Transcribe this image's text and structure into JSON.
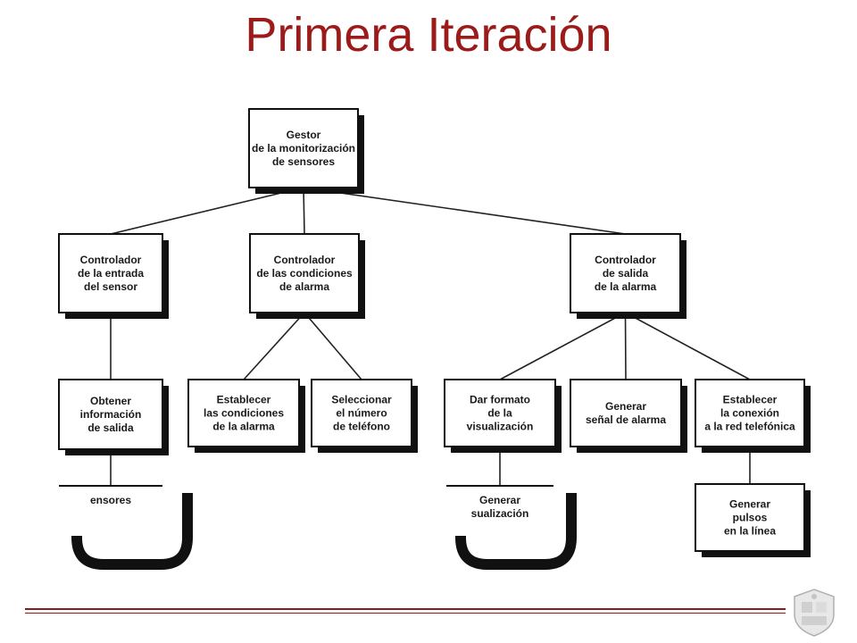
{
  "slide": {
    "title": "Primera Iteración",
    "title_color": "#9b1b1b"
  },
  "diagram": {
    "nodes": [
      {
        "id": "gestor",
        "lines": [
          "Gestor",
          "de la monitorización",
          "de sensores"
        ]
      },
      {
        "id": "ctrl-entrada",
        "lines": [
          "Controlador",
          "de la entrada",
          "del sensor"
        ]
      },
      {
        "id": "ctrl-condiciones",
        "lines": [
          "Controlador",
          "de las condiciones",
          "de alarma"
        ]
      },
      {
        "id": "ctrl-salida",
        "lines": [
          "Controlador",
          "de salida",
          "de la alarma"
        ]
      },
      {
        "id": "obtener",
        "lines": [
          "Obtener",
          "información",
          "de salida"
        ]
      },
      {
        "id": "establecer-cond",
        "lines": [
          "Establecer",
          "las condiciones",
          "de la alarma"
        ]
      },
      {
        "id": "seleccionar",
        "lines": [
          "Seleccionar",
          "el número",
          "de teléfono"
        ]
      },
      {
        "id": "dar-formato",
        "lines": [
          "Dar formato",
          "de la",
          "visualización"
        ]
      },
      {
        "id": "generar-senal",
        "lines": [
          "Generar",
          "señal de alarma"
        ]
      },
      {
        "id": "establecer-conexion",
        "lines": [
          "Establecer",
          "la conexión",
          "a la red telefónica"
        ]
      },
      {
        "id": "generar-pulsos",
        "lines": [
          "Generar",
          "pulsos",
          "en la línea"
        ]
      },
      {
        "id": "sensores-partial",
        "lines": [
          "ensores"
        ]
      },
      {
        "id": "generar-vis-partial",
        "lines": [
          "Generar",
          "sualización"
        ]
      }
    ],
    "edges": [
      [
        "gestor",
        "ctrl-entrada"
      ],
      [
        "gestor",
        "ctrl-condiciones"
      ],
      [
        "gestor",
        "ctrl-salida"
      ],
      [
        "ctrl-entrada",
        "obtener"
      ],
      [
        "ctrl-condiciones",
        "establecer-cond"
      ],
      [
        "ctrl-condiciones",
        "seleccionar"
      ],
      [
        "ctrl-salida",
        "dar-formato"
      ],
      [
        "ctrl-salida",
        "generar-senal"
      ],
      [
        "ctrl-salida",
        "establecer-conexion"
      ],
      [
        "obtener",
        "sensores-partial"
      ],
      [
        "dar-formato",
        "generar-vis-partial"
      ],
      [
        "establecer-conexion",
        "generar-pulsos"
      ]
    ]
  },
  "footer": {
    "line_color": "#8b1a1a",
    "logo": "university-crest-icon"
  }
}
